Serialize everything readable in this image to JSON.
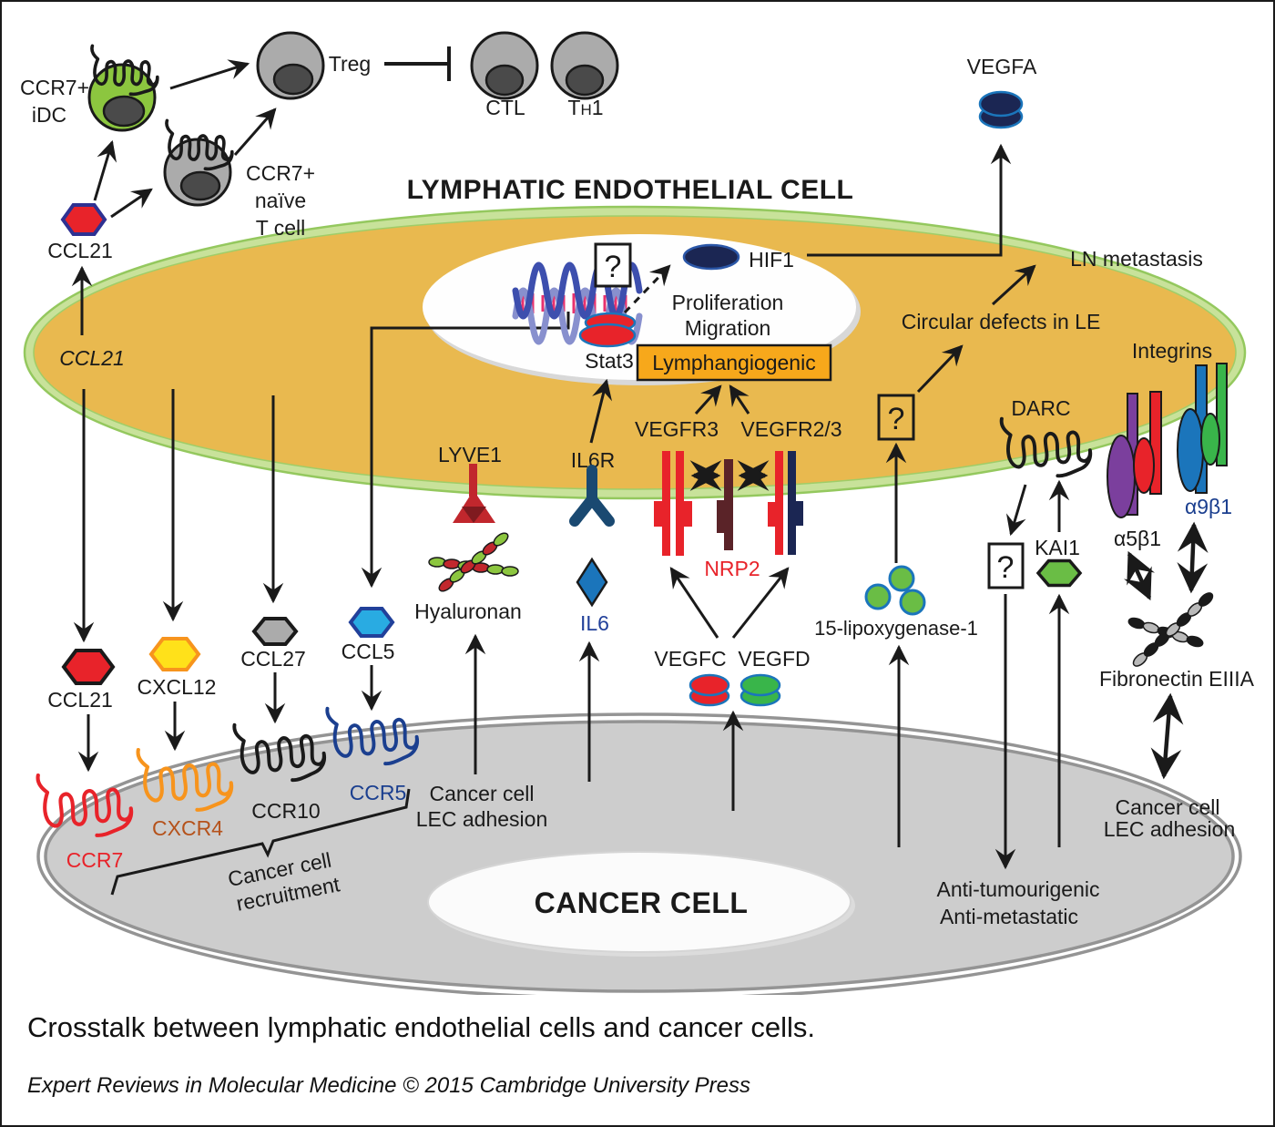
{
  "colors": {
    "lec_fill": "#E9B94F",
    "lec_membrane": "#94C85E",
    "cancer_fill": "#CDCDCD",
    "cancer_membrane": "#949494",
    "accent_red": "#E8232A",
    "accent_yellow": "#FFE11A",
    "accent_orange": "#F7941D",
    "accent_gray": "#ABABAB",
    "accent_cyan": "#29ABE2",
    "accent_navy": "#1B2653",
    "accent_blue": "#1B75BB",
    "accent_green": "#6ABD45",
    "accent_darkgreen": "#39B54A",
    "accent_purple": "#7B3F9D",
    "accent_maroon": "#5A2328",
    "lymph_box": "#F7A81B",
    "idc_green": "#8CC63F",
    "cell_gray": "#ABABAB",
    "nucleus_gray": "#4A4A4A"
  },
  "titles": {
    "lec": "LYMPHATIC ENDOTHELIAL CELL",
    "cancer": "CANCER CELL"
  },
  "caption": {
    "text": "Crosstalk between lymphatic endothelial cells and cancer cells.",
    "credit": "Expert Reviews in Molecular Medicine © 2015 Cambridge University Press"
  },
  "immune": {
    "idc_line1": "CCR7+",
    "idc_line2": "iDC",
    "naive_line1": "CCR7+",
    "naive_line2": "naïve",
    "naive_line3": "T cell",
    "treg": "Treg",
    "ctl": "CTL",
    "th1_t": "T",
    "th1_h": "H",
    "th1_one": "1",
    "ccl21": "CCL21"
  },
  "nucleus": {
    "question": "?",
    "stat3": "Stat3",
    "hif1": "HIF1",
    "proliferation": "Proliferation",
    "migration": "Migration",
    "lymphangiogenic": "Lymphangiogenic",
    "ccl21_gene": "CCL21"
  },
  "lec_receptors": {
    "lyve1": "LYVE1",
    "il6r": "IL6R",
    "vegfr3": "VEGFR3",
    "vegfr23": "VEGFR2/3",
    "nrp2": "NRP2",
    "darc": "DARC",
    "integrins": "Integrins",
    "a5b1": "α5β1",
    "a9b1": "α9β1"
  },
  "mediators": {
    "hyaluronan": "Hyaluronan",
    "il6": "IL6",
    "vegfc": "VEGFC",
    "vegfd": "VEGFD",
    "vegfa": "VEGFA",
    "lipoxygenase": "15-lipoxygenase-1",
    "fibronectin": "Fibronectin EIIIA",
    "kai1": "KAI1",
    "q_upper": "?",
    "q_lower": "?"
  },
  "chemokines": {
    "ccl21": "CCL21",
    "cxcl12": "CXCL12",
    "ccl27": "CCL27",
    "ccl5": "CCL5"
  },
  "cancer_receptors": {
    "ccr7": "CCR7",
    "cxcr4": "CXCR4",
    "ccr10": "CCR10",
    "ccr5": "CCR5"
  },
  "annotations": {
    "ln_metastasis": "LN metastasis",
    "circular_defects": "Circular defects in LE",
    "adhesion_left1": "Cancer cell",
    "adhesion_left2": "LEC adhesion",
    "adhesion_right1": "Cancer cell",
    "adhesion_right2": "LEC adhesion",
    "recruit1": "Cancer cell",
    "recruit2": "recruitment",
    "anti1": "Anti-tumourigenic",
    "anti2": "Anti-metastatic"
  }
}
